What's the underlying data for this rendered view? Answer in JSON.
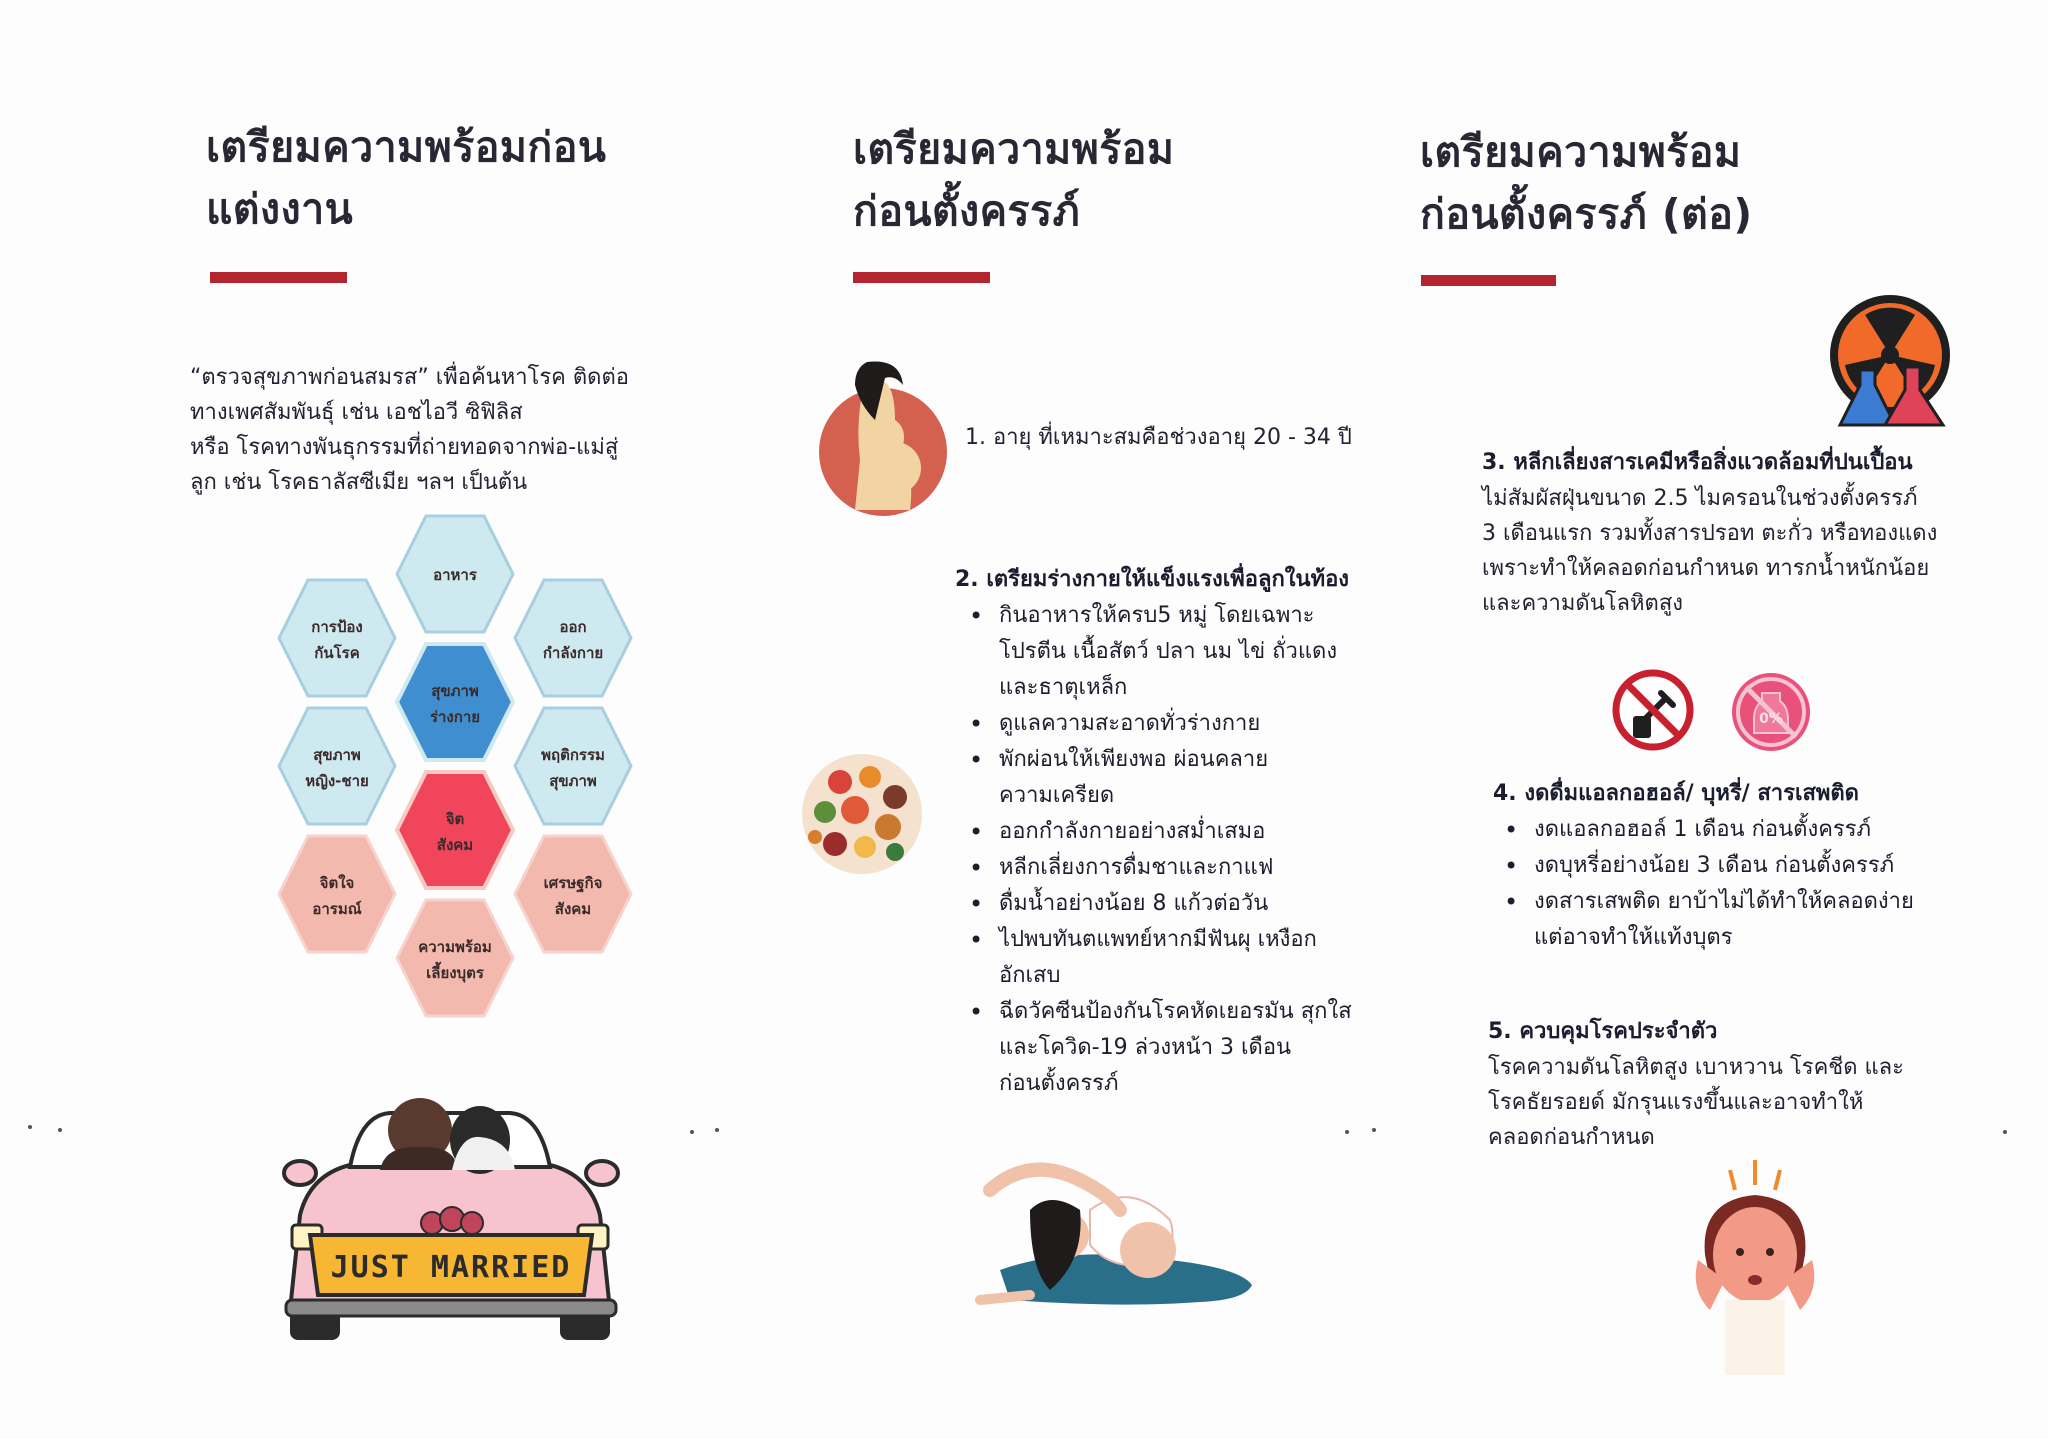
{
  "column1": {
    "heading": [
      "เตรียมความพร้อมก่อน",
      "แต่งงาน"
    ],
    "intro": [
      "“ตรวจสุขภาพก่อนสมรส” เพื่อค้นหาโรค ติดต่อ",
      "ทางเพศสัมพันธุ์ เช่น เอชไอวี ซิฟิลิส",
      "หรือ โรคทางพันธุกรรมที่ถ่ายทอดจากพ่อ-แม่สู่",
      "ลูก เช่น โรคธาลัสซีเมีย ฯลฯ เป็นต้น"
    ],
    "hexagons": {
      "top": "อาหาร",
      "upper_left": [
        "การป้อง",
        "กันโรค"
      ],
      "upper_right": [
        "ออก",
        "กำลังกาย"
      ],
      "center_top": [
        "สุขภาพ",
        "ร่างกาย"
      ],
      "middle_left": [
        "สุขภาพ",
        "หญิง-ชาย"
      ],
      "middle_right": [
        "พฤติกรรม",
        "สุขภาพ"
      ],
      "center_bottom": [
        "จิต",
        "สังคม"
      ],
      "lower_left": [
        "จิตใจ",
        "อารมณ์"
      ],
      "lower_right": [
        "เศรษฐกิจ",
        "สังคม"
      ],
      "bottom": [
        "ความพร้อม",
        "เลี้ยงบุตร"
      ]
    },
    "car_banner": "JUST MARRIED"
  },
  "column2": {
    "heading": [
      "เตรียมความพร้อม",
      "ก่อนตั้งครรภ์"
    ],
    "item1": "1. อายุ ที่เหมาะสมคือช่วงอายุ 20 - 34 ปี",
    "item2_title": "2. เตรียมร่างกายให้แข็งแรงเพื่อลูกในท้อง",
    "item2_bullets": [
      [
        "กินอาหารให้ครบ5 หมู่ โดยเฉพาะ",
        "โปรตีน เนื้อสัตว์ ปลา นม ไข่ ถั่วแดง",
        "และธาตุเหล็ก"
      ],
      [
        "ดูแลความสะอาดทั่วร่างกาย"
      ],
      [
        "พักผ่อนให้เพียงพอ ผ่อนคลาย",
        "ความเครียด"
      ],
      [
        "ออกกำลังกายอย่างสม่ำเสมอ"
      ],
      [
        "หลีกเลี่ยงการดื่มชาและกาแฟ"
      ],
      [
        "ดื่มน้ำอย่างน้อย 8 แก้วต่อวัน"
      ],
      [
        "ไปพบทันตแพทย์หากมีฟันผุ เหงือก",
        "อักเสบ"
      ],
      [
        "ฉีดวัคซีนป้องกันโรคหัดเยอรมัน สุกใส",
        "และโควิด-19 ล่วงหน้า 3 เดือน",
        "ก่อนตั้งครรภ์"
      ]
    ]
  },
  "column3": {
    "heading": [
      "เตรียมความพร้อม",
      "ก่อนตั้งครรภ์ (ต่อ)"
    ],
    "item3_title": "3. หลีกเลี่ยงสารเคมีหรือสิ่งแวดล้อมที่ปนเปื้อน",
    "item3_body": [
      "ไม่สัมผัสฝุ่นขนาด 2.5 ไมครอนในช่วงตั้งครรภ์",
      "3 เดือนแรก รวมทั้งสารปรอท ตะกั่ว หรือทองแดง",
      "เพราะทำให้คลอดก่อนกำหนด ทารกน้ำหนักน้อย",
      "และความดันโลหิตสูง"
    ],
    "no_alcohol_badge": "0%",
    "item4_title": "4. งดดื่มแอลกอฮอล์/ บุหรี่/ สารเสพติด",
    "item4_bullets": [
      [
        "งดแอลกอฮอล์ 1 เดือน ก่อนตั้งครรภ์"
      ],
      [
        "งดบุหรี่อย่างน้อย 3 เดือน ก่อนตั้งครรภ์"
      ],
      [
        "งดสารเสพติด ยาบ้าไม่ได้ทำให้คลอดง่าย",
        "แต่อาจทำให้แท้งบุตร"
      ]
    ],
    "item5_title": "5. ควบคุมโรคประจำตัว",
    "item5_body": [
      "โรคความดันโลหิตสูง เบาหวาน โรคชีด และ",
      "โรคธัยรอยด์ มักรุนแรงขึ้นและอาจทำให้",
      "คลอดก่อนกำหนด"
    ]
  },
  "colors": {
    "accent_rule": "#b3262f",
    "hex_blue_light": "#cde8f0",
    "hex_blue_dark": "#3f8fd0",
    "hex_red": "#f0455a",
    "hex_peach": "#f3b8ae"
  }
}
